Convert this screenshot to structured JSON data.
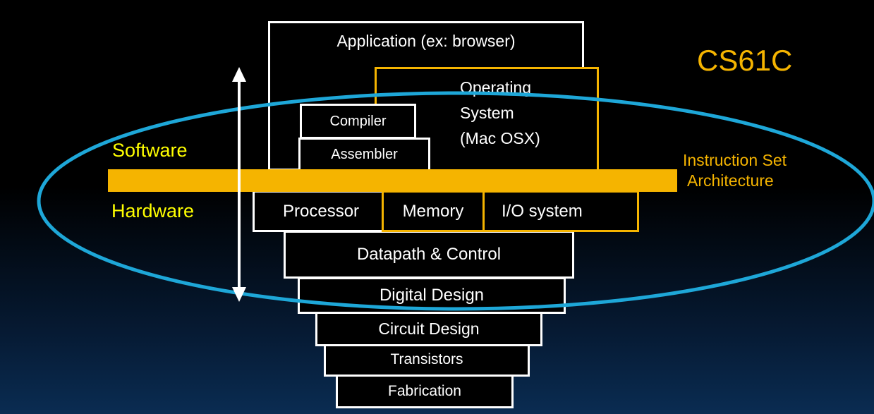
{
  "title": "CS61C",
  "layers": {
    "application": "Application (ex: browser)",
    "os": [
      "Operating",
      "System",
      "(Mac OSX)"
    ],
    "compiler": "Compiler",
    "assembler": "Assembler",
    "processor": "Processor",
    "memory": "Memory",
    "io": "I/O system",
    "datapath": "Datapath & Control",
    "digital": "Digital Design",
    "circuit": "Circuit Design",
    "transistors": "Transistors",
    "fabrication": "Fabrication"
  },
  "labels": {
    "software": "Software",
    "hardware": "Hardware",
    "isa": [
      "Instruction Set",
      "Architecture"
    ]
  },
  "colors": {
    "gold": "#f5b400",
    "yellow_text": "#ffff00",
    "cyan": "#1ea7d8",
    "white": "#ffffff",
    "bg": "#000000"
  }
}
